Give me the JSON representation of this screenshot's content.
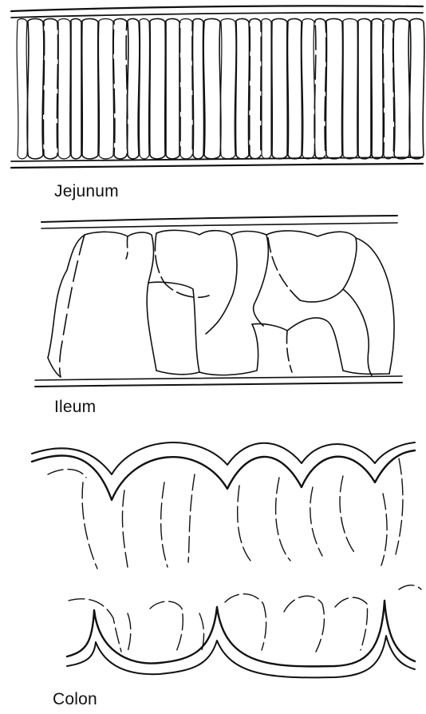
{
  "labels": {
    "jejunum": "Jejunum",
    "ileum": "Ileum",
    "colon": "Colon"
  },
  "colors": {
    "ink": "#111111",
    "background": "#ffffff"
  }
}
